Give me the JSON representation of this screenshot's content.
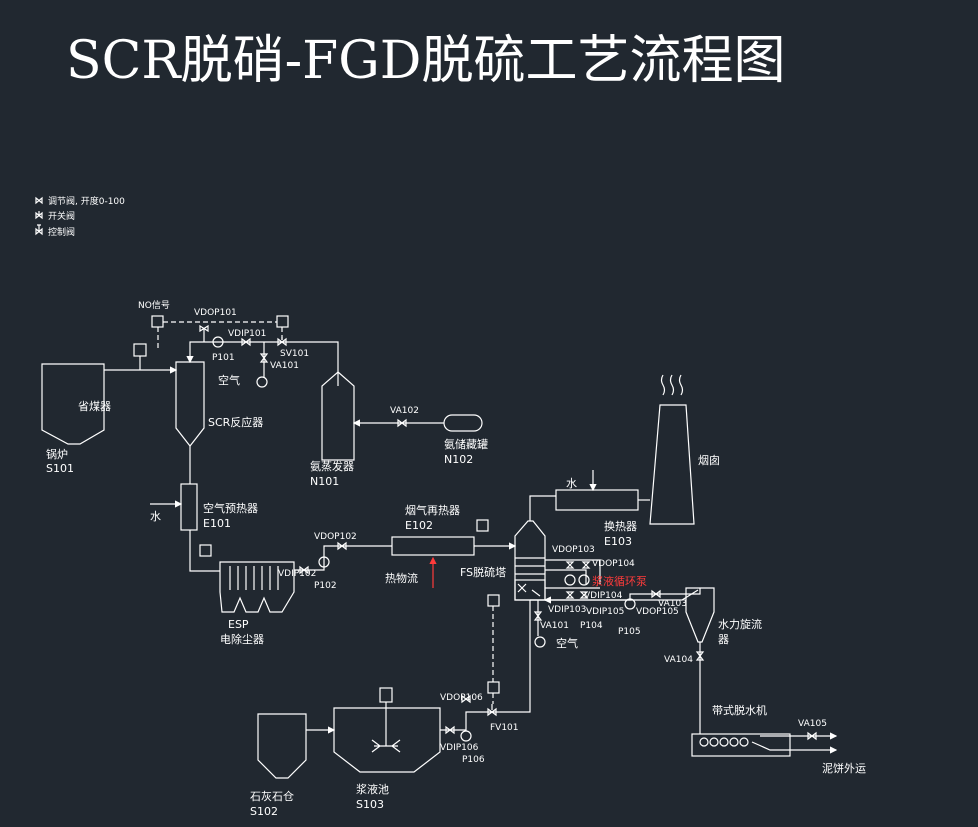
{
  "title": "SCR脱硝-FGD脱硫工艺流程图",
  "legend": [
    {
      "label": "调节阀, 开度0-100"
    },
    {
      "label": "开关阀"
    },
    {
      "label": "控制阀"
    }
  ],
  "labels": {
    "nox_signal": "NO信号",
    "vdop101": "VDOP101",
    "vdip101": "VDIP101",
    "p101": "P101",
    "sv101": "SV101",
    "va101_top": "VA101",
    "air_top": "空气",
    "economizer": "省煤器",
    "boiler": "锅炉",
    "s101": "S101",
    "scr_reactor": "SCR反应器",
    "va102": "VA102",
    "ammonia_tank": "氨储藏罐",
    "n102": "N102",
    "ammonia_evap": "氨蒸发器",
    "n101": "N101",
    "water1": "水",
    "air_preheater": "空气预热器",
    "e101": "E101",
    "vdop102": "VDOP102",
    "vdip102": "VDIP102",
    "p102": "P102",
    "esp": "ESP",
    "esp_cn": "电除尘器",
    "reheater": "烟气再热器",
    "e102": "E102",
    "heat_flow": "热物流",
    "fs_tower": "FS脱硫塔",
    "water2": "水",
    "heat_exchanger": "换热器",
    "e103": "E103",
    "chimney": "烟囱",
    "vdop103": "VDOP103",
    "vdop104": "VDOP104",
    "slurry_pump": "浆液循环泵",
    "vdip103": "VDIP103",
    "vdip104": "VDIP104",
    "vdip105": "VDIP105",
    "vdop105": "VDOP105",
    "va103": "VA103",
    "p104": "P104",
    "p105": "P105",
    "va101_bot": "VA101",
    "air_bot": "空气",
    "hydrocyclone": "水力旋流",
    "hydrocyclone2": "器",
    "va104": "VA104",
    "belt_filter": "带式脱水机",
    "va105": "VA105",
    "cake_out": "泥饼外运",
    "vdop106": "VDOP106",
    "fv101": "FV101",
    "vdip106": "VDIP106",
    "p106": "P106",
    "limestone": "石灰石仓",
    "s102": "S102",
    "slurry_tank": "浆液池",
    "s103": "S103"
  }
}
